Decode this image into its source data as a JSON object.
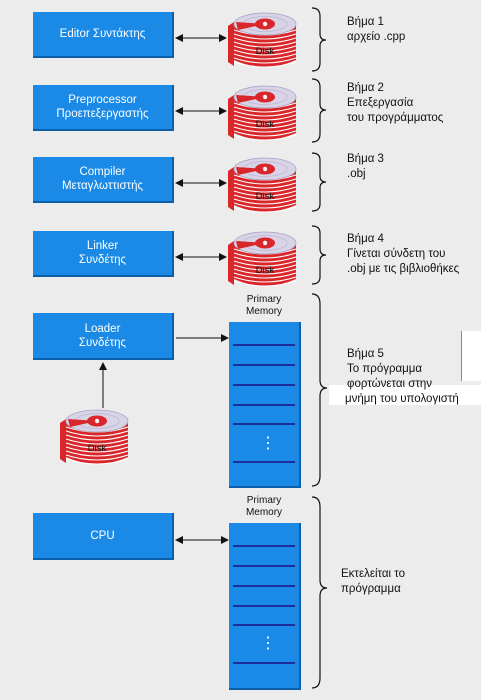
{
  "nodes": {
    "editor": {
      "line1": "Editor Συντάκτης",
      "line2": ""
    },
    "preprocessor": {
      "line1": "Preprocessor",
      "line2": "Προεπεξεργαστής"
    },
    "compiler": {
      "line1": "Compiler",
      "line2": "Μεταγλωττιστής"
    },
    "linker": {
      "line1": "Linker",
      "line2": "Συνδέτης"
    },
    "loader": {
      "line1": "Loader",
      "line2": "Συνδέτης"
    },
    "cpu": {
      "line1": "CPU",
      "line2": ""
    }
  },
  "disk_label": "Disk",
  "memory": {
    "label_line1": "Primary",
    "label_line2": "Memory",
    "dots": "⋮"
  },
  "steps": [
    {
      "lines": [
        "Βήμα 1",
        "αρχείο .cpp"
      ]
    },
    {
      "lines": [
        "Βήμα 2",
        "Επεξεργασία",
        "του προγράμματος"
      ]
    },
    {
      "lines": [
        "Βήμα 3",
        ".obj"
      ]
    },
    {
      "lines": [
        "Βήμα 4",
        "Γίνεται σύνδετη του",
        ".obj με τις βιβλιοθήκες"
      ]
    },
    {
      "lines": [
        "Βήμα 5",
        "Το πρόγραμμα",
        "φορτώνεται στην",
        "μνήμη του υπολογιστή"
      ]
    },
    {
      "lines": [
        "Εκτελείται το",
        "πρόγραμμα"
      ]
    }
  ],
  "colors": {
    "box_fill": "#1a8ae6",
    "disk_red": "#d9262b",
    "platter": "#d8d4e6",
    "background": "#ececec"
  }
}
